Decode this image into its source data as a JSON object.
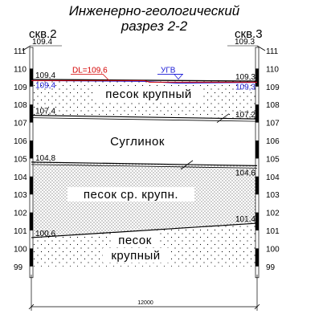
{
  "title": {
    "line1": "Инженерно-геологический",
    "line2": "разрез 2-2"
  },
  "wells": {
    "left": {
      "label": "скв.2",
      "mouth": "109.4"
    },
    "right": {
      "label": "скв.3",
      "mouth": "109.3"
    }
  },
  "scale": {
    "min": 99,
    "max": 111,
    "labels": [
      "111",
      "110",
      "109",
      "108",
      "107",
      "106",
      "105",
      "104",
      "103",
      "102",
      "101",
      "100",
      "99"
    ]
  },
  "design_level": {
    "label": "DL=109,6",
    "value": 109.6,
    "color": "#d40000"
  },
  "water_level": {
    "label": "УГВ",
    "left": "109,4",
    "right": "109,3",
    "left_value": 109.4,
    "right_value": 109.3,
    "color": "#1a1ad6"
  },
  "surface": {
    "left": "109,4",
    "right": "109,3",
    "left_value": 109.4,
    "right_value": 109.3
  },
  "boundaries": [
    {
      "left": "107,4",
      "right": "107,2",
      "left_value": 107.4,
      "right_value": 107.2
    },
    {
      "left": "104,8",
      "right": "104,6",
      "left_value": 104.8,
      "right_value": 104.6
    },
    {
      "left": "100,6",
      "right": "101,4",
      "left_value": 100.6,
      "right_value": 101.4
    }
  ],
  "layers": [
    {
      "name": "песок крупный"
    },
    {
      "name": "Суглинок"
    },
    {
      "name": "песок ср. крупн."
    },
    {
      "line1": "песок",
      "line2": "крупный"
    }
  ],
  "distance": "12000"
}
